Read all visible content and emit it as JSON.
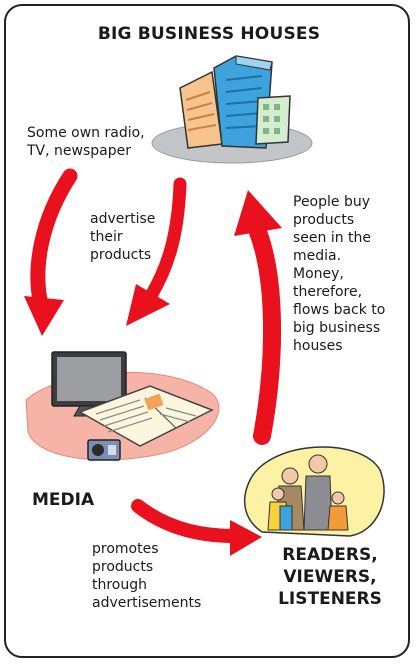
{
  "title": "BIG BUSINESS HOUSES",
  "notes": {
    "ownership": "Some own radio,\nTV, newspaper",
    "advertise": "advertise\ntheir\nproducts",
    "money_flow": "People buy\nproducts\nseen in the\nmedia.\nMoney,\ntherefore,\nflows back to\nbig business\nhouses",
    "promotes": "promotes\nproducts\nthrough\nadvertisements"
  },
  "nodes": {
    "media": "MEDIA",
    "audience": "READERS,\nVIEWERS,\nLISTENERS"
  },
  "colors": {
    "arrow": "#e8111d",
    "platform": "#bfc0c3",
    "media_mat": "#f6b4a8",
    "audience_bg": "#fdf2a4"
  }
}
